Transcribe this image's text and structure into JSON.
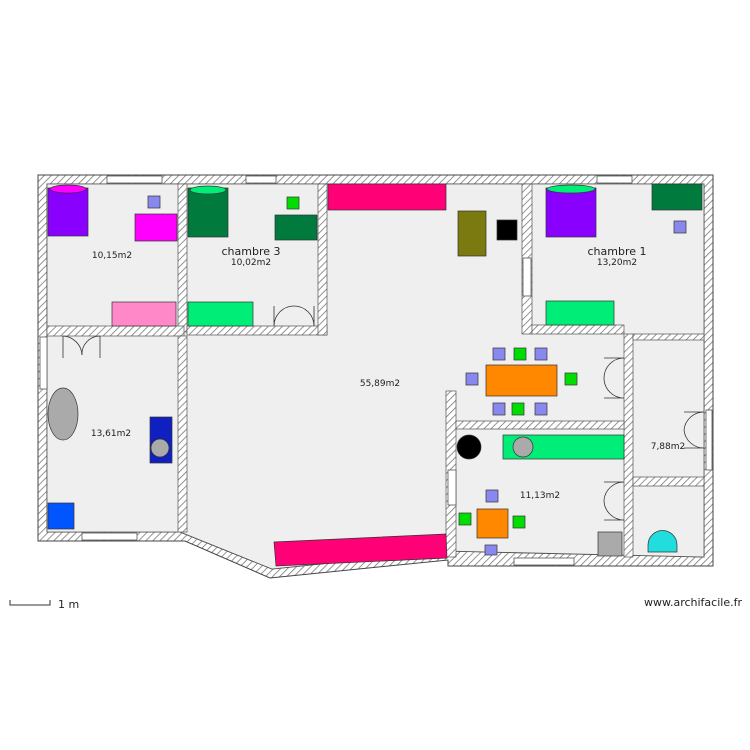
{
  "rooms": {
    "bedroom_left": {
      "area": "10,15m2"
    },
    "bedroom_3": {
      "name": "chambre 3",
      "area": "10,02m2"
    },
    "main_living": {
      "area": "55,89m2"
    },
    "bedroom_1": {
      "name": "chambre 1",
      "area": "13,20m2"
    },
    "bathroom": {
      "area": "13,61m2"
    },
    "small_right": {
      "area": "7,88m2"
    },
    "dining_lower": {
      "area": "11,13m2"
    }
  },
  "scale": {
    "label": "1 m"
  },
  "watermark": "www.archifacile.fr",
  "colors": {
    "wall_hatch": "#888888",
    "floor": "#efefef",
    "purple": "#8a00ff",
    "magenta": "#ff00ff",
    "pink": "#ff88c8",
    "hot_pink": "#ff0077",
    "dark_green": "#007a3d",
    "bright_green": "#00ee77",
    "green": "#00dd00",
    "olive": "#7a7a10",
    "orange": "#ff8800",
    "blue": "#0055ff",
    "navy": "#1020c0",
    "cyan": "#22dddd",
    "lavender": "#8888ee",
    "grey": "#aaaaaa"
  }
}
